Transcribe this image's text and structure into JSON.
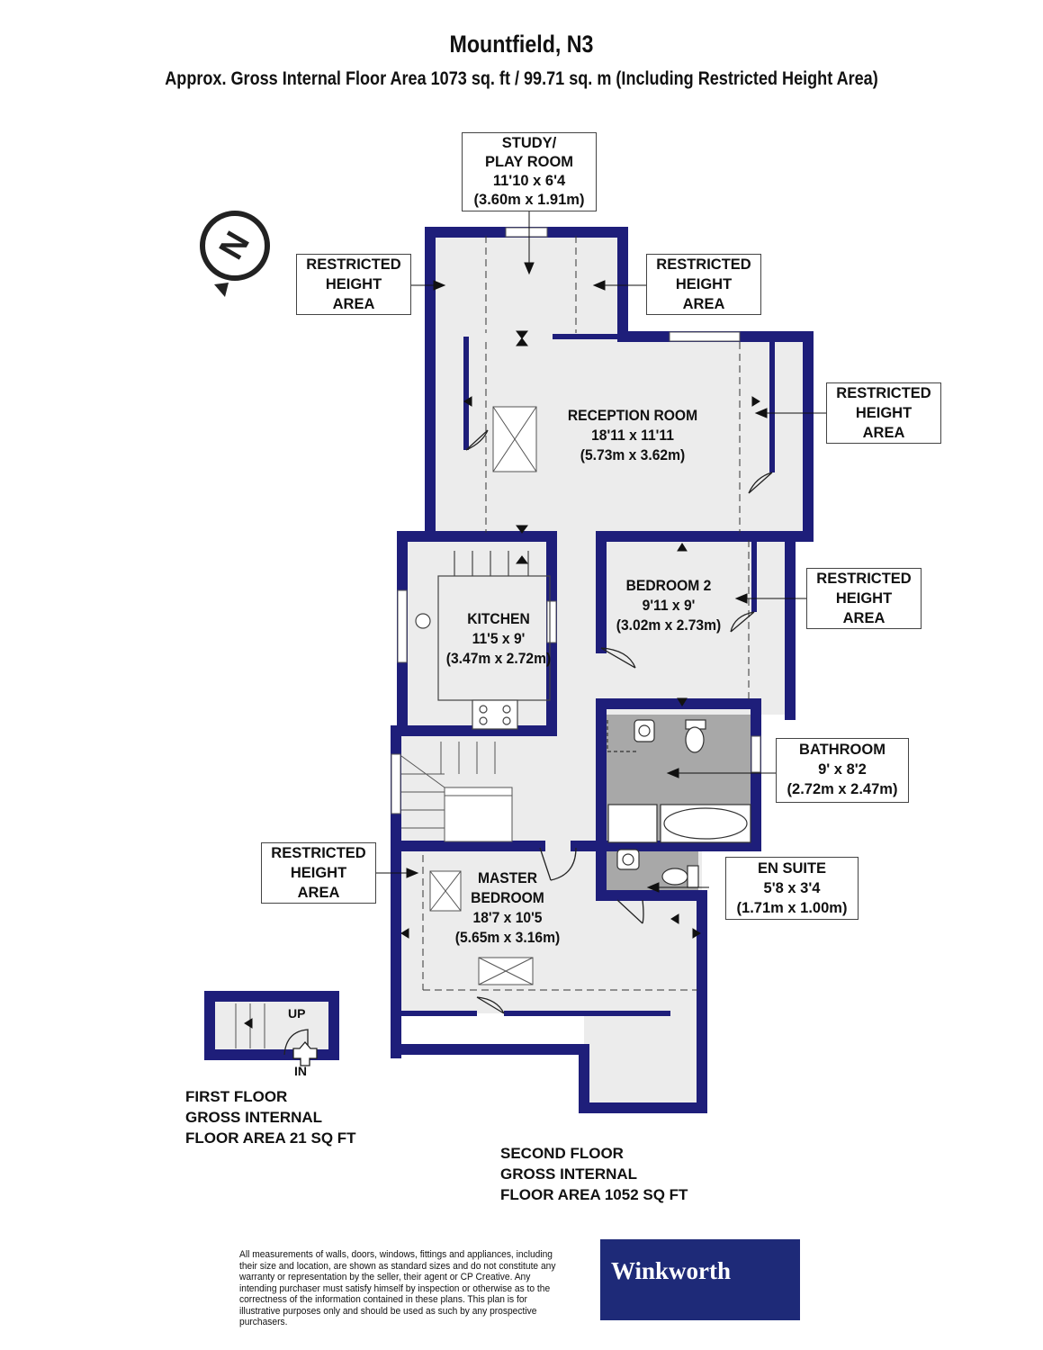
{
  "header": {
    "title": "Mountfield, N3",
    "subtitle": "Approx. Gross Internal Floor Area 1073 sq. ft / 99.71 sq. m (Including Restricted Height Area)"
  },
  "rooms": {
    "study": {
      "name_1": "STUDY/",
      "name_2": "PLAY ROOM",
      "imperial": "11'10 x 6'4",
      "metric": "(3.60m x 1.91m)"
    },
    "reception": {
      "name": "RECEPTION ROOM",
      "imperial": "18'11 x 11'11",
      "metric": "(5.73m x 3.62m)"
    },
    "kitchen": {
      "name": "KITCHEN",
      "imperial": "11'5 x 9'",
      "metric": "(3.47m x 2.72m)"
    },
    "bedroom2": {
      "name": "BEDROOM 2",
      "imperial": "9'11 x 9'",
      "metric": "(3.02m x 2.73m)"
    },
    "bathroom": {
      "name": "BATHROOM",
      "imperial": "9' x 8'2",
      "metric": "(2.72m x 2.47m)"
    },
    "ensuite": {
      "name": "EN SUITE",
      "imperial": "5'8 x 3'4",
      "metric": "(1.71m x 1.00m)"
    },
    "master": {
      "name_1": "MASTER",
      "name_2": "BEDROOM",
      "imperial": "18'7 x 10'5",
      "metric": "(5.65m x 3.16m)"
    }
  },
  "restricted": {
    "line1": "RESTRICTED",
    "line2": "HEIGHT",
    "line3": "AREA"
  },
  "stairs": {
    "up": "UP",
    "in": "IN"
  },
  "floors": {
    "first": {
      "line1": "FIRST FLOOR",
      "line2": "GROSS INTERNAL",
      "line3": "FLOOR AREA 21 SQ FT"
    },
    "second": {
      "line1": "SECOND FLOOR",
      "line2": "GROSS INTERNAL",
      "line3": "FLOOR AREA 1052 SQ FT"
    }
  },
  "footer": {
    "disclaimer": "All measurements of walls, doors, windows, fittings and appliances, including their size and location, are shown as standard sizes and do not constitute any warranty or representation by the seller, their agent or CP Creative. Any intending purchaser must satisfy himself by inspection or otherwise as to the correctness of the information contained in these plans. This plan is for illustrative purposes only and should be used as such by any prospective purchasers.",
    "brand": "Winkworth"
  },
  "colors": {
    "wall": "#1e1e7a",
    "floor": "#ececec",
    "wet_room": "#a8a8a8",
    "brand_bg": "#1e2a78"
  },
  "compass": {
    "icon": "north-compass-icon",
    "letter": "N"
  }
}
